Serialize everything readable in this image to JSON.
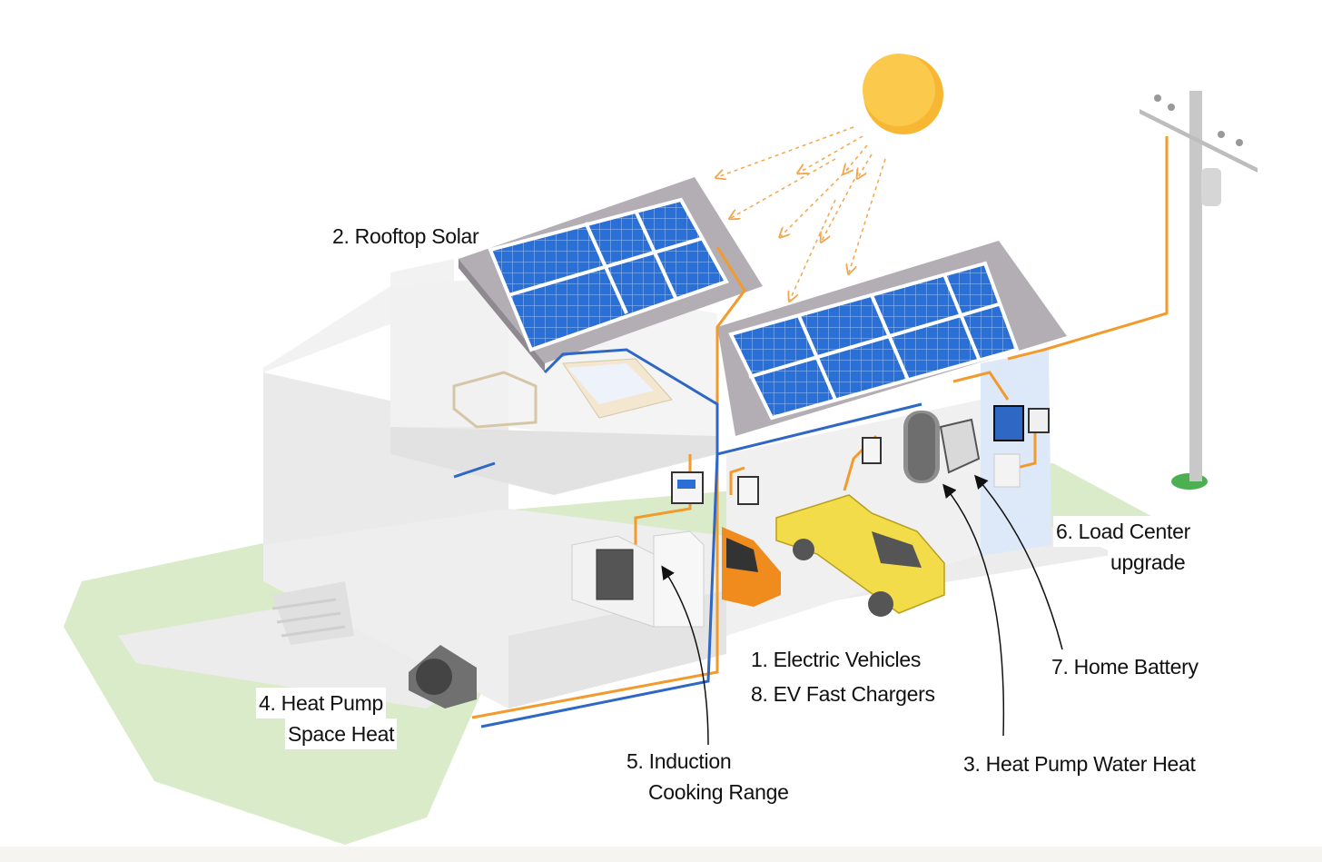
{
  "labels": {
    "rooftop_solar": "2. Rooftop Solar",
    "load_center_line1": "6. Load Center",
    "load_center_line2": "upgrade",
    "home_battery": "7. Home Battery",
    "electric_vehicles": "1. Electric Vehicles",
    "ev_fast_chargers": "8. EV Fast Chargers",
    "heat_pump_space_line1": "4.  Heat Pump",
    "heat_pump_space_line2": "Space Heat",
    "induction_line1": "5. Induction",
    "induction_line2": "Cooking Range",
    "heat_pump_water": "3. Heat Pump Water Heat"
  },
  "colors": {
    "background": "#ffffff",
    "lawn": "#d9ebc9",
    "house": "#eeeeee",
    "roof": "#a9a4a9",
    "solar_panel": "#2a6fd6",
    "sun": "#f7b733",
    "power_line": "#f39a2c",
    "water_line": "#2e67c4",
    "truck": "#f2dc4a",
    "car": "#f08c1e",
    "annex": "#dde8f8"
  },
  "icons": [
    "sun-icon",
    "utility-pole-icon",
    "solar-panel-icon",
    "heat-pump-icon",
    "induction-range-icon",
    "ev-charger-icon",
    "water-heater-icon",
    "home-battery-icon",
    "load-center-icon",
    "electric-car-icon",
    "pickup-truck-icon"
  ]
}
